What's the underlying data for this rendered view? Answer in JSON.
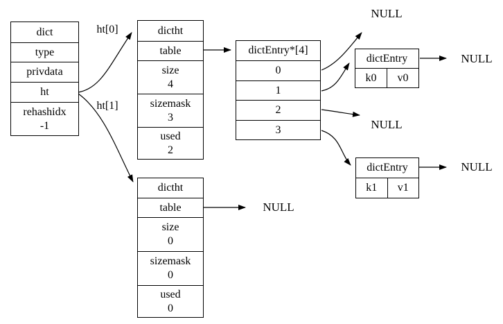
{
  "diagram": {
    "dict": {
      "rows": [
        {
          "t1": "dict"
        },
        {
          "t1": "type"
        },
        {
          "t1": "privdata"
        },
        {
          "t1": "ht"
        },
        {
          "t1": "rehashidx",
          "t2": "-1"
        }
      ]
    },
    "ht0": {
      "rows": [
        {
          "t1": "dictht"
        },
        {
          "t1": "table"
        },
        {
          "t1": "size",
          "t2": "4"
        },
        {
          "t1": "sizemask",
          "t2": "3"
        },
        {
          "t1": "used",
          "t2": "2"
        }
      ]
    },
    "ht1": {
      "rows": [
        {
          "t1": "dictht"
        },
        {
          "t1": "table"
        },
        {
          "t1": "size",
          "t2": "0"
        },
        {
          "t1": "sizemask",
          "t2": "0"
        },
        {
          "t1": "used",
          "t2": "0"
        }
      ]
    },
    "bucket": {
      "header": "dictEntry*[4]",
      "slots": [
        "0",
        "1",
        "2",
        "3"
      ]
    },
    "entry0": {
      "header": "dictEntry",
      "key": "k0",
      "value": "v0"
    },
    "entry1": {
      "header": "dictEntry",
      "key": "k1",
      "value": "v1"
    },
    "edge_labels": {
      "ht0": "ht[0]",
      "ht1": "ht[1]"
    },
    "nulls": {
      "top": "NULL",
      "entry0_next": "NULL",
      "slot2": "NULL",
      "entry1_next": "NULL",
      "ht1_table": "NULL"
    },
    "colors": {
      "line": "#000000",
      "background": "#ffffff"
    }
  }
}
